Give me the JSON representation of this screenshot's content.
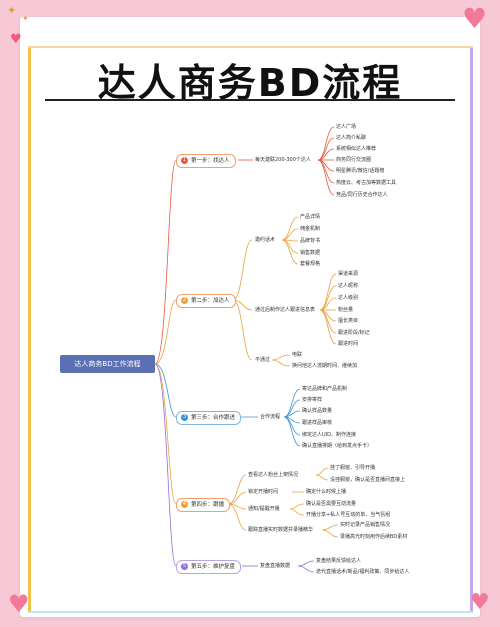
{
  "title": "达人商务BD流程",
  "root": "达人商务BD工作流程",
  "steps": [
    {
      "num": "1",
      "label": "第一步：找达人",
      "sub": [
        {
          "label": "每天建联200-300个达人",
          "items": [
            "达人广场",
            "达人简介私聊",
            "系统相似达人推荐",
            "商务同行交流圈",
            "明星腾讯/微信/话题榜",
            "热度云、考古加等数据工具",
            "竞品/同行历史合作达人"
          ]
        }
      ]
    },
    {
      "num": "2",
      "label": "第二步：加达人",
      "sub": [
        {
          "label": "邀约话术",
          "items": [
            "产品详情",
            "佣金机制",
            "品牌背书",
            "销售数据",
            "套餐规格"
          ]
        },
        {
          "label": "通过后制作达人跟进信息表",
          "items": [
            "渠道来源",
            "达人昵称",
            "达人级别",
            "粉丝量",
            "擅长类目",
            "跟进阶段/标记",
            "跟进时间"
          ]
        },
        {
          "label": "不通过",
          "items": [
            "电联",
            "换问他达人流期时间、继续加"
          ]
        }
      ]
    },
    {
      "num": "3",
      "label": "第三步：合作跟进",
      "sub": [
        {
          "label": "合作流程",
          "items": [
            "寄达品牌和产品机制",
            "安排寄样",
            "确认样品数量",
            "跟进样品审核",
            "绑定达人UID、制作连接",
            "确认直播排期（给到发点手卡）"
          ]
        }
      ]
    },
    {
      "num": "4",
      "label": "第四步：跟播",
      "sub": [
        {
          "label": "查看达人粉丝上架情况",
          "items": [
            "挂了橱窗、引导开播",
            "没挂橱窗，确认是否直播间直接上"
          ]
        },
        {
          "label": "锁定开播时间",
          "items": [
            "确定什么时候上播"
          ]
        },
        {
          "label": "通知/提醒开播",
          "items": [
            "确认是否需要互动流量",
            "开播分享+私人号互动的单、当气氛组"
          ]
        },
        {
          "label": "跟踪直播实时数据并录播精华",
          "items": [
            "实时记录产品销售情况",
            "录播高光时刻用作后续BD素材"
          ]
        }
      ]
    },
    {
      "num": "5",
      "label": "第五步：维护复盘",
      "sub": [
        {
          "label": "复盘直播数据",
          "items": [
            "复盘结果反馈给达人",
            "迭代直播话术/新品/福利政策、同步给达人"
          ]
        }
      ]
    }
  ],
  "colors": {
    "background": "#f7c9d6",
    "root": "#5b6fb3",
    "step1": "#e9573f",
    "step3": "#3d8fd9",
    "step4": "#e9a23b",
    "step5": "#8f6fd8"
  }
}
